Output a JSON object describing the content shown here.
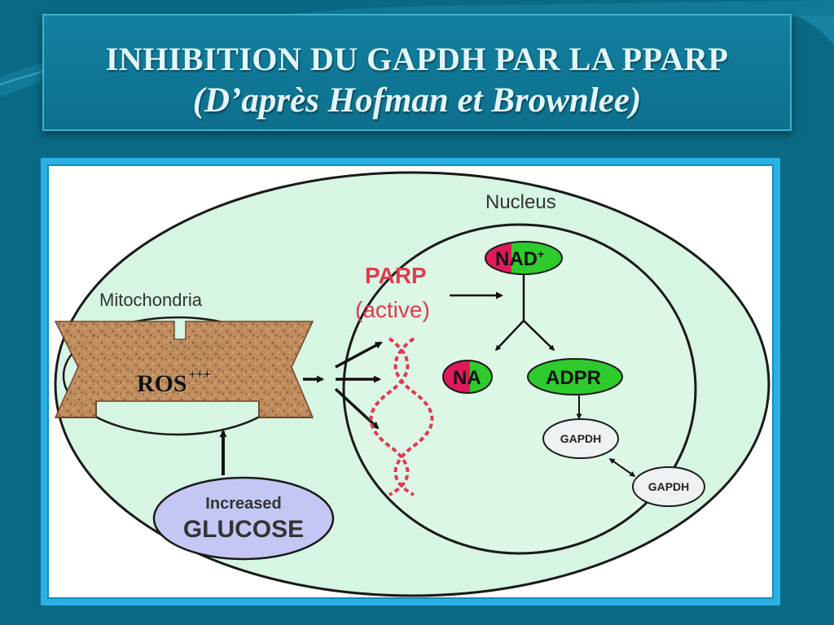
{
  "slide": {
    "title": "INHIBITION DU GAPDH PAR LA PPARP",
    "subtitle": "(D’après Hofman et Brownlee)"
  },
  "diagram": {
    "nucleus_label": "Nucleus",
    "mitochondria_label": "Mitochondria",
    "parp_label": "PARP",
    "parp_state": "(active)",
    "nad_label": "NAD",
    "nad_sup": "+",
    "na_label": "NA",
    "adpr_label": "ADPR",
    "gapdh_1": "GAPDH",
    "gapdh_2": "GAPDH",
    "glucose_top": "Increased",
    "glucose_bottom": "GLUCOSE"
  },
  "callout": {
    "ros_text": "ROS",
    "ros_sup": "+++"
  },
  "colors": {
    "slide_bg": "#0a6a84",
    "title_text": "#e3f6fb",
    "cell_fill": "#d6f5e3",
    "nucleus_fill": "#ddf7e6",
    "parp_red": "#e23a4e",
    "pink": "#e0195c",
    "green": "#2ecb2c",
    "glucose_fill": "#c4c7f3"
  }
}
